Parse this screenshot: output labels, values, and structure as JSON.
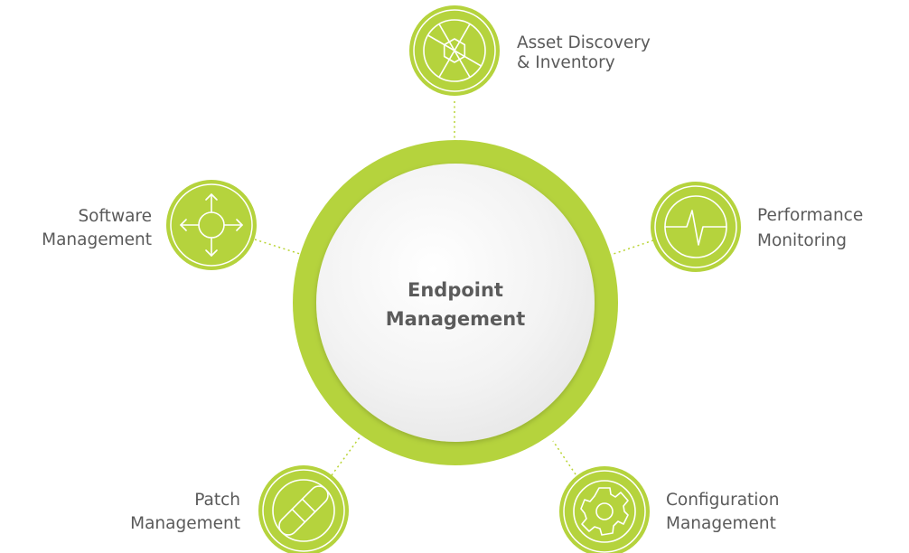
{
  "center": {
    "title_line1": "Endpoint",
    "title_line2": "Management"
  },
  "nodes": {
    "asset": {
      "line1": "Asset Discovery",
      "line2": "& Inventory",
      "icon": "aperture-icon"
    },
    "performance": {
      "line1": "Performance",
      "line2": "Monitoring",
      "icon": "pulse-icon"
    },
    "configuration": {
      "line1": "Configuration",
      "line2": "Management",
      "icon": "gear-icon"
    },
    "patch": {
      "line1": "Patch",
      "line2": "Management",
      "icon": "bandage-icon"
    },
    "software": {
      "line1": "Software",
      "line2": "Management",
      "icon": "move-arrows-icon"
    }
  },
  "colors": {
    "accent": "#b5d33d",
    "text": "#5a5a5a",
    "center_fill": "#f2f2f2"
  }
}
